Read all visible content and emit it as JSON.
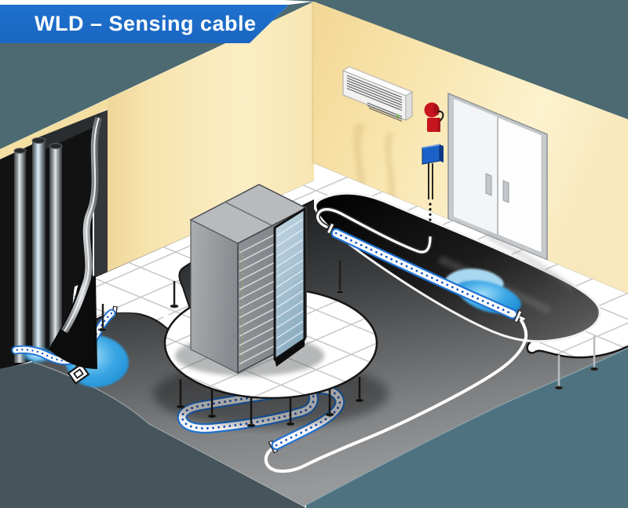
{
  "banner": {
    "label": "WLD – Sensing cable"
  },
  "colors": {
    "banner_blue": "#1e71cd",
    "cable_blue": "#2173d2",
    "cable_dot_blue": "#1a56c4",
    "leader_white": "#ffffff",
    "puddle_blue": "#1f8fd6",
    "puddle_light": "#7fd0f4",
    "wall_yellow": "#f8e5ab",
    "wall_yellow_light": "#fcefc6",
    "slate_top": "#4d6a72",
    "slate_left": "#46555b",
    "slab_teal": "#4e7280",
    "tile_white": "#ffffff",
    "tile_line": "#c6c6c6",
    "subfloor_dark": "#0a0a0a",
    "subfloor_light": "#97999b",
    "rack_gray": "#9da1a5",
    "door_white": "#fdfdfd",
    "door_frame": "#c6cacd",
    "alarm_red": "#c8141f",
    "controller_blue": "#1b62c8",
    "ac_white": "#f2f2f0",
    "led_green": "#7ac143",
    "glass_blue": "#b3cede"
  },
  "scene": {
    "components": [
      "riser-pipes",
      "pipe-shaft",
      "left-wall",
      "back-wall",
      "air-conditioner",
      "fire-extinguisher",
      "wld-controller-box",
      "controller-cable",
      "double-door",
      "raised-floor-tiles",
      "raised-floor-island",
      "server-rack",
      "rack-glass-door",
      "sub-floor",
      "sensing-cable-upper-run",
      "sensing-cable-serpentine",
      "sensing-cable-left-run",
      "leader-cable",
      "cable-connector",
      "end-terminator",
      "water-puddle-right",
      "water-puddle-left",
      "floor-pedestals"
    ]
  }
}
